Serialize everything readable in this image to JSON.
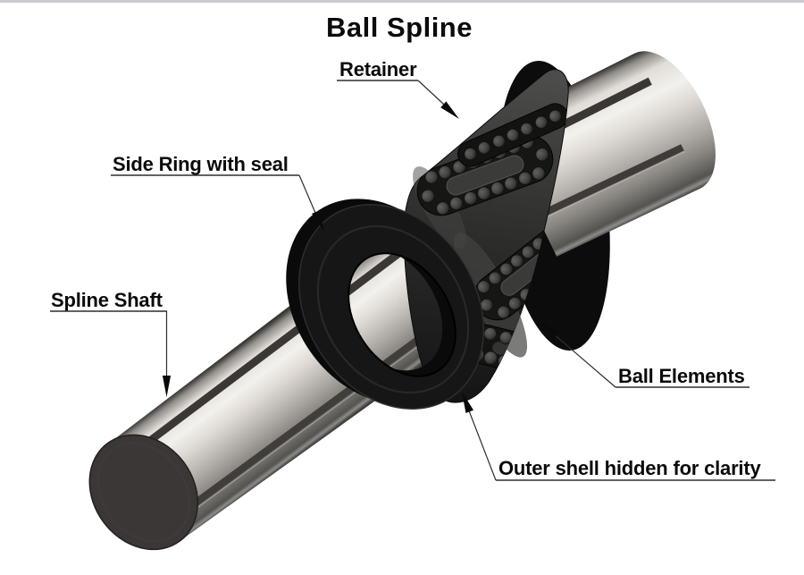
{
  "title": "Ball Spline",
  "labels": {
    "retainer": "Retainer",
    "side_ring": "Side Ring with seal",
    "spline_shaft": "Spline Shaft",
    "ball_elements": "Ball Elements",
    "outer_shell": "Outer shell hidden for clarity"
  },
  "colors": {
    "background": "#ffffff",
    "text": "#0a0a0a",
    "leader_line": "#2e2e2e",
    "side_ring_black": "#161616",
    "retainer_gray": "#3c3c3a",
    "ball_gray": "#474745",
    "shaft_highlight": "#f3f1ed",
    "shaft_midtone": "#c3bfba",
    "shaft_shadow": "#6b6965",
    "shaft_end_face": "#3a3736",
    "top_strip": "#cbcbcf"
  }
}
